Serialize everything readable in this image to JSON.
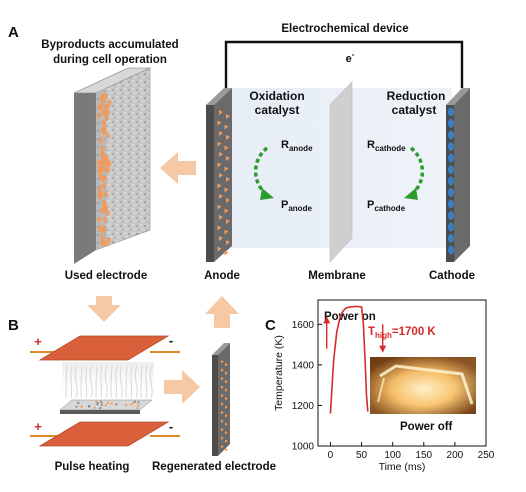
{
  "panels": {
    "a": {
      "letter": "A",
      "byproducts_line1": "Byproducts accumulated",
      "byproducts_line2": "during cell operation",
      "device_title": "Electrochemical device",
      "electron": "e",
      "electron_sup": "-",
      "oxidation_line1": "Oxidation",
      "oxidation_line2": "catalyst",
      "reduction_line1": "Reduction",
      "reduction_line2": "catalyst",
      "r_anode_main": "R",
      "r_anode_sub": "anode",
      "p_anode_main": "P",
      "p_anode_sub": "anode",
      "r_cathode_main": "R",
      "r_cathode_sub": "cathode",
      "p_cathode_main": "P",
      "p_cathode_sub": "cathode",
      "used_electrode": "Used electrode",
      "anode": "Anode",
      "membrane": "Membrane",
      "cathode": "Cathode"
    },
    "b": {
      "letter": "B",
      "plus_top": "+",
      "minus_top": "-",
      "plus_bottom": "+",
      "minus_bottom": "-",
      "pulse_heating": "Pulse heating",
      "regenerated_electrode": "Regenerated electrode"
    },
    "c": {
      "letter": "C",
      "power_on": "Power on",
      "power_off": "Power off",
      "t_high_main": "T",
      "t_high_sub": "high",
      "t_high_value": "=1700 K"
    }
  },
  "colors": {
    "arrow_peach": "#f6c9a4",
    "heater_orange": "#d9603a",
    "wire_orange": "#e08a2c",
    "curve_red": "#d42a2a",
    "reaction_green": "#2d9b2d",
    "particle_orange": "#f09a5a",
    "cathode_blue": "#3a7fc4",
    "electrode_grey": "#6a6a6a"
  },
  "chart_data": {
    "type": "line",
    "title": "",
    "xlabel": "Time (ms)",
    "ylabel": "Temperature (K)",
    "xlim": [
      -20,
      250
    ],
    "ylim": [
      1000,
      1720
    ],
    "x_ticks": [
      0,
      50,
      100,
      150,
      200,
      250
    ],
    "y_ticks": [
      1000,
      1200,
      1400,
      1600
    ],
    "series": [
      {
        "x": [
          0,
          5,
          10,
          15,
          20,
          25,
          30,
          40,
          45,
          50,
          53,
          56,
          58,
          60
        ],
        "y": [
          1160,
          1420,
          1560,
          1630,
          1665,
          1680,
          1685,
          1688,
          1688,
          1685,
          1600,
          1400,
          1250,
          1170
        ]
      }
    ]
  }
}
